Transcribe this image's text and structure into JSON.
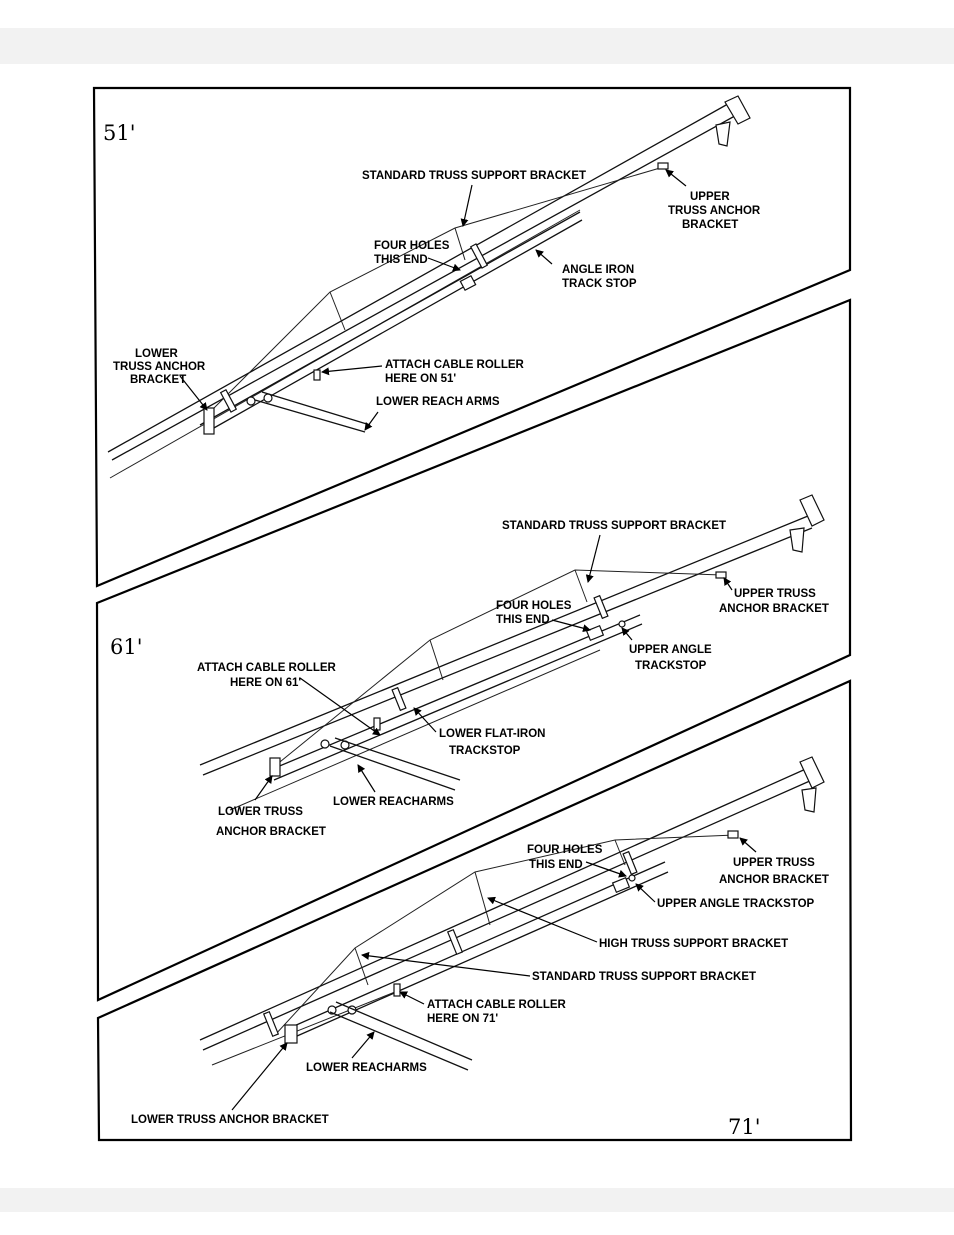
{
  "panels": [
    {
      "size_label": "51'",
      "labels": {
        "standard_truss": "STANDARD TRUSS SUPPORT BRACKET",
        "upper_truss_anchor": [
          "UPPER",
          "TRUSS ANCHOR",
          "BRACKET"
        ],
        "four_holes": [
          "FOUR HOLES",
          "THIS END"
        ],
        "angle_iron": [
          "ANGLE IRON",
          "TRACK STOP"
        ],
        "lower_truss_anchor": [
          "LOWER",
          "TRUSS ANCHOR",
          "BRACKET"
        ],
        "attach_cable": [
          "ATTACH CABLE ROLLER",
          "HERE ON 51'"
        ],
        "lower_reach_arms": "LOWER REACH ARMS"
      }
    },
    {
      "size_label": "61'",
      "labels": {
        "standard_truss": "STANDARD TRUSS SUPPORT BRACKET",
        "four_holes": [
          "FOUR HOLES",
          "THIS END"
        ],
        "upper_truss_anchor": [
          "UPPER TRUSS",
          "ANCHOR BRACKET"
        ],
        "upper_angle_trackstop": [
          "UPPER ANGLE",
          "TRACKSTOP"
        ],
        "attach_cable": [
          "ATTACH CABLE ROLLER",
          "HERE ON 61'"
        ],
        "lower_flat_iron": [
          "LOWER FLAT-IRON",
          "TRACKSTOP"
        ],
        "lower_truss_anchor": [
          "LOWER TRUSS",
          "ANCHOR BRACKET"
        ],
        "lower_reacharms": "LOWER REACHARMS"
      }
    },
    {
      "size_label": "71'",
      "labels": {
        "four_holes": [
          "FOUR HOLES",
          "THIS END"
        ],
        "upper_truss_anchor": [
          "UPPER TRUSS",
          "ANCHOR BRACKET"
        ],
        "upper_angle_trackstop": "UPPER ANGLE TRACKSTOP",
        "high_truss": "HIGH TRUSS SUPPORT BRACKET",
        "standard_truss": "STANDARD TRUSS SUPPORT BRACKET",
        "attach_cable": [
          "ATTACH CABLE ROLLER",
          "HERE ON 71'"
        ],
        "lower_reacharms": "LOWER REACHARMS",
        "lower_truss_anchor": "LOWER TRUSS ANCHOR BRACKET"
      }
    }
  ]
}
